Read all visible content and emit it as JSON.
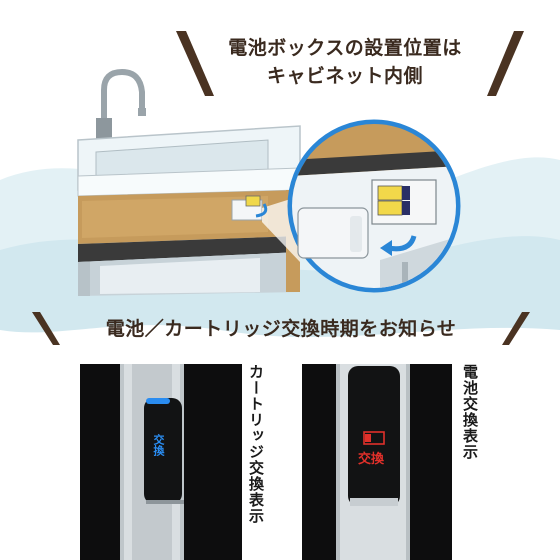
{
  "heading_top": {
    "line1": "電池ボックスの設置位置は",
    "line2": "キャビネット内側"
  },
  "heading_middle": "電池／カートリッジ交換時期をお知らせ",
  "indicator_left": {
    "side_label": "カートリッジ交換表示",
    "badge_text": "交換",
    "light_color": "#2a8cf0"
  },
  "indicator_right": {
    "side_label": "電池交換表示",
    "badge_text": "交換",
    "light_color": "#e0302a"
  },
  "colors": {
    "accent_brown": "#4a3322",
    "wave": "#d6eaf0",
    "cabinet_wood": "#c69b5c",
    "arrow_blue": "#2a86d6"
  }
}
